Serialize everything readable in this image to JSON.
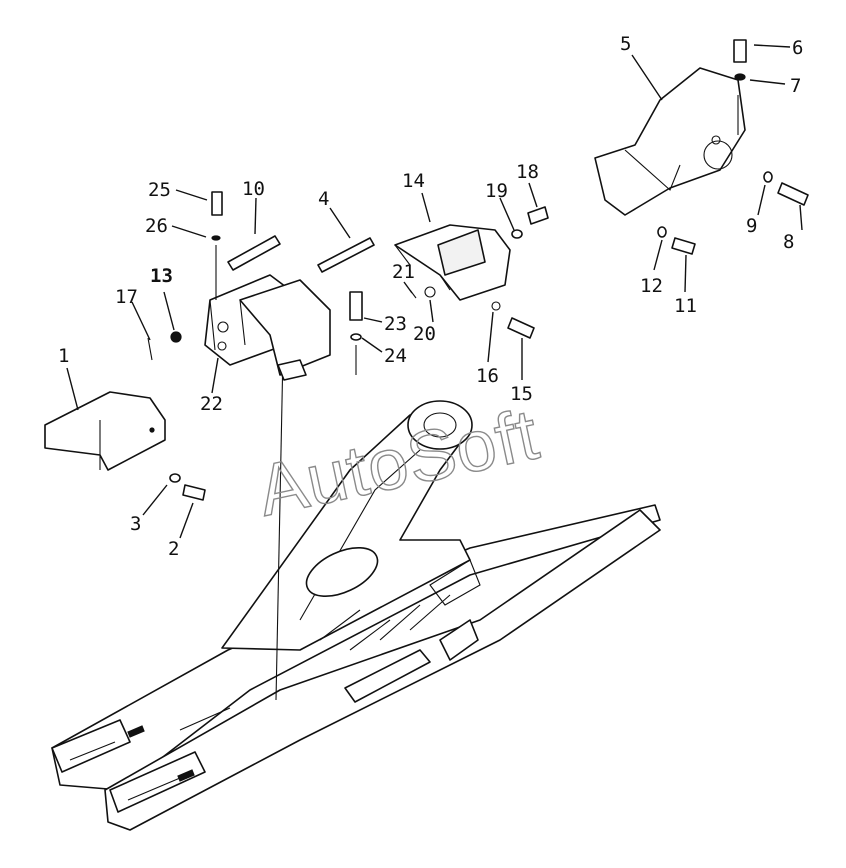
{
  "watermark": "AutoSoft",
  "callouts": [
    {
      "id": "c1",
      "label": "1"
    },
    {
      "id": "c2",
      "label": "2"
    },
    {
      "id": "c3",
      "label": "3"
    },
    {
      "id": "c4",
      "label": "4"
    },
    {
      "id": "c5",
      "label": "5"
    },
    {
      "id": "c6",
      "label": "6"
    },
    {
      "id": "c7",
      "label": "7"
    },
    {
      "id": "c8",
      "label": "8"
    },
    {
      "id": "c9",
      "label": "9"
    },
    {
      "id": "c10",
      "label": "10"
    },
    {
      "id": "c11",
      "label": "11"
    },
    {
      "id": "c12",
      "label": "12"
    },
    {
      "id": "c13",
      "label": "13"
    },
    {
      "id": "c14",
      "label": "14"
    },
    {
      "id": "c15",
      "label": "15"
    },
    {
      "id": "c16",
      "label": "16"
    },
    {
      "id": "c17",
      "label": "17"
    },
    {
      "id": "c18",
      "label": "18"
    },
    {
      "id": "c19",
      "label": "19"
    },
    {
      "id": "c20",
      "label": "20"
    },
    {
      "id": "c21",
      "label": "21"
    },
    {
      "id": "c22",
      "label": "22"
    },
    {
      "id": "c23",
      "label": "23"
    },
    {
      "id": "c24",
      "label": "24"
    },
    {
      "id": "c25",
      "label": "25"
    },
    {
      "id": "c26",
      "label": "26"
    }
  ]
}
